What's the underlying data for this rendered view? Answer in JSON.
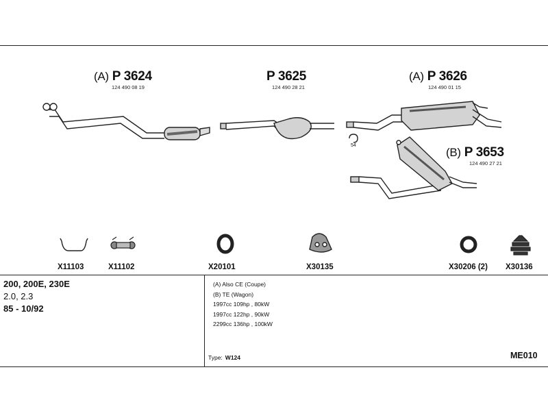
{
  "parts": [
    {
      "prefix": "(A)",
      "code": "P 3624",
      "number": "124 490 08 19"
    },
    {
      "prefix": "",
      "code": "P 3625",
      "number": "124 490 28 21"
    },
    {
      "prefix": "(A)",
      "code": "P 3626",
      "number": "124 490 01 15"
    },
    {
      "prefix": "(B)",
      "code": "P 3653",
      "number": "124 490 27 21"
    }
  ],
  "clamp_label": "54",
  "accessories": [
    {
      "code": "X11103",
      "icon": "hanger-wire-icon"
    },
    {
      "code": "X11102",
      "icon": "rubber-mount-icon"
    },
    {
      "code": "X20101",
      "icon": "ring-gasket-icon"
    },
    {
      "code": "X30135",
      "icon": "rubber-hanger-icon"
    },
    {
      "code": "X30206 (2)",
      "icon": "ring-gasket-icon"
    },
    {
      "code": "X30136",
      "icon": "stacked-mount-icon"
    }
  ],
  "vehicle": {
    "models": "200, 200E, 230E",
    "engines": "2.0, 2.3",
    "years": "85 - 10/92"
  },
  "notes": [
    "(A) Also CE (Coupe)",
    "(B) TE (Wagon)",
    "1997cc 109hp , 80kW",
    "1997cc 122hp , 90kW",
    "2299cc 136hp , 100kW"
  ],
  "type_label": "Type:",
  "type_value": "W124",
  "reference": "ME010",
  "colors": {
    "line": "#222222",
    "part_fill": "#cfcfcf",
    "part_shade": "#555555"
  }
}
